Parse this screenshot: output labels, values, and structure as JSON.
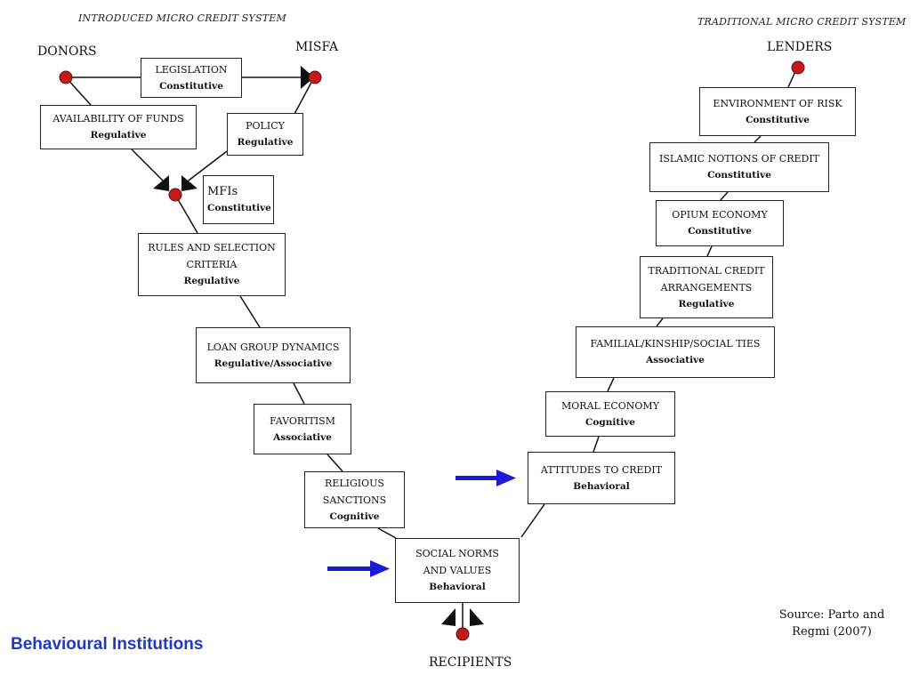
{
  "headers": {
    "introduced": "INTRODUCED MICRO CREDIT SYSTEM",
    "traditional": "TRADITIONAL MICRO CREDIT SYSTEM"
  },
  "nodes": {
    "donors": "DONORS",
    "misfa": "MISFA",
    "lenders": "LENDERS",
    "recipients": "RECIPIENTS"
  },
  "left_boxes": {
    "legislation": {
      "title": "LEGISLATION",
      "sub": "Constitutive"
    },
    "availability": {
      "title": "AVAILABILITY OF FUNDS",
      "sub": "Regulative"
    },
    "policy": {
      "title": "POLICY",
      "sub": "Regulative"
    },
    "mfis": {
      "title": "MFIs",
      "sub": "Constitutive"
    },
    "rules": {
      "title": "RULES AND SELECTION\nCRITERIA",
      "sub": "Regulative"
    },
    "loan_group": {
      "title": "LOAN GROUP DYNAMICS",
      "sub": "Regulative/Associative"
    },
    "favoritism": {
      "title": "FAVORITISM",
      "sub": "Associative"
    },
    "religious": {
      "title": "RELIGIOUS\nSANCTIONS",
      "sub": "Cognitive"
    },
    "social_norms": {
      "title": "SOCIAL NORMS\nAND VALUES",
      "sub": "Behavioral"
    }
  },
  "right_boxes": {
    "environment": {
      "title": "ENVIRONMENT OF RISK",
      "sub": "Constitutive"
    },
    "islamic": {
      "title": "ISLAMIC NOTIONS OF CREDIT",
      "sub": "Constitutive"
    },
    "opium": {
      "title": "OPIUM ECONOMY",
      "sub": "Constitutive"
    },
    "traditional_credit": {
      "title": "TRADITIONAL CREDIT\nARRANGEMENTS",
      "sub": "Regulative"
    },
    "familial": {
      "title": "FAMILIAL/KINSHIP/SOCIAL TIES",
      "sub": "Associative"
    },
    "moral": {
      "title": "MORAL ECONOMY",
      "sub": "Cognitive"
    },
    "attitudes": {
      "title": "ATTITUDES TO CREDIT",
      "sub": "Behavioral"
    }
  },
  "source": "Source: Parto and\nRegmi (2007)",
  "slide_title": "Behavioural Institutions",
  "colors": {
    "node": "#c41a1a",
    "arrow": "#1b1bd6",
    "title": "#1f39c4",
    "line": "#111111"
  }
}
